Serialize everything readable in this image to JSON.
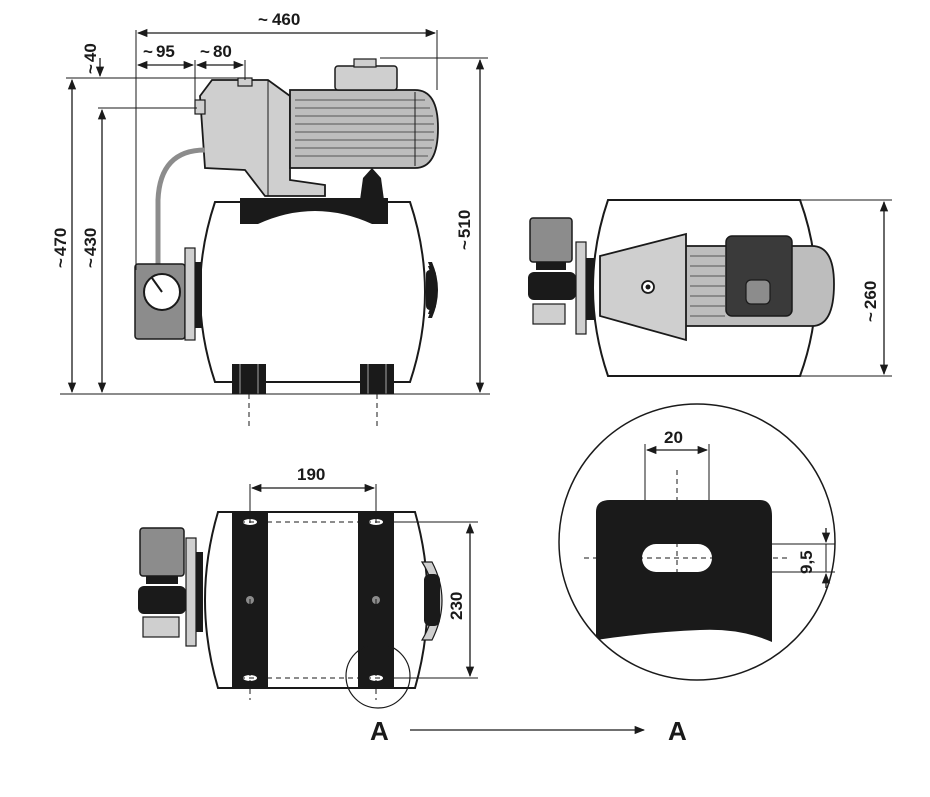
{
  "dimensions": {
    "width_total": "460",
    "offset_95": "95",
    "offset_80": "80",
    "top_40": "40",
    "height_470": "470",
    "height_430": "430",
    "height_510": "510",
    "depth_260": "260",
    "foot_spacing": "190",
    "foot_length": "230",
    "slot_width": "20",
    "slot_height": "9,5"
  },
  "approx_symbol": "~",
  "section": {
    "from": "A",
    "to": "A"
  },
  "colors": {
    "line": "#1a1a1a",
    "motor_grey": "#bdbdbd",
    "pump_grey": "#cfcfcf",
    "dark": "#1a1a1a",
    "gauge_box": "#8c8c8c",
    "background": "#ffffff"
  }
}
